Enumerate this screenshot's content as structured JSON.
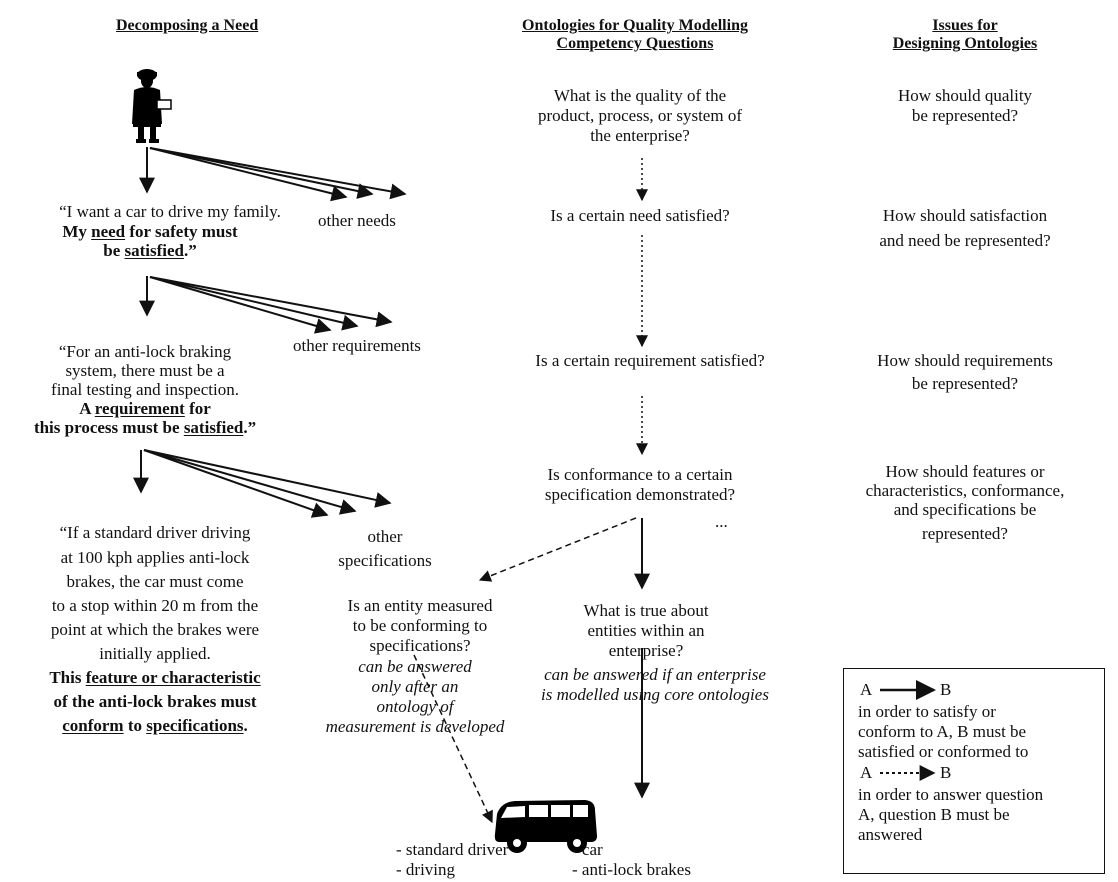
{
  "headers": {
    "left": "Decomposing a Need",
    "middle_1": "Ontologies for Quality Modelling",
    "middle_2": "Competency Questions",
    "right_1": "Issues for",
    "right_2": "Designing Ontologies"
  },
  "need": {
    "l1": "“I want a car to drive my family.",
    "l2_pre": "My ",
    "l2_need": "need",
    "l2_post": " for safety must",
    "l3_pre": "be ",
    "l3_sat": "satisfied",
    "l3_post": ".”",
    "other": "other needs"
  },
  "requirement": {
    "l1": "“For an anti-lock braking",
    "l2": "system, there must be a",
    "l3": "final testing and inspection.",
    "l4_pre": "A ",
    "l4_req": "requirement",
    "l4_post": " for",
    "l5_pre": "this process must be ",
    "l5_sat": "satisfied",
    "l5_post": ".”",
    "other": "other requirements"
  },
  "specification": {
    "l1": "“If a standard driver driving",
    "l2": "at 100 kph applies anti-lock",
    "l3": "brakes, the car must come",
    "l4": "to a stop within 20 m from the",
    "l5": "point at which the brakes were",
    "l6": "initially applied.",
    "l7_pre": "This ",
    "l7_feat": "feature or characteristic",
    "l8": "of the anti-lock brakes must",
    "l9_conform": "conform",
    "l9_mid": " to ",
    "l9_spec": "specifications",
    "l9_post": ".",
    "other_1": "other",
    "other_2": "specifications"
  },
  "questions": {
    "q1_1": "What is the quality of the",
    "q1_2": "product, process, or system of",
    "q1_3": "the enterprise?",
    "q2": "Is a certain need satisfied?",
    "q3": "Is a certain requirement satisfied?",
    "q4_1": "Is conformance to a certain",
    "q4_2": "specification demonstrated?",
    "q5_1": "Is an entity measured",
    "q5_2": "to be conforming to",
    "q5_3": "specifications?",
    "q5_note_1": "can be answered",
    "q5_note_2": "only after an",
    "q5_note_3": "ontology of",
    "q5_note_4": "measurement is developed",
    "q6_1": "What is true about",
    "q6_2": "entities within an",
    "q6_3": "enterprise?",
    "q6_note_1": "can be answered if an enterprise",
    "q6_note_2": "is modelled using core ontologies",
    "ellipsis": "..."
  },
  "issues": {
    "i1_1": "How should quality",
    "i1_2": "be represented?",
    "i2_1": "How should satisfaction",
    "i2_2": "and need be represented?",
    "i3_1": "How should requirements",
    "i3_2": "be represented?",
    "i4_1": "How should features or",
    "i4_2": "characteristics, conformance,",
    "i4_3": "and specifications be",
    "i4_4": "represented?"
  },
  "entities": {
    "e1": "- standard driver",
    "e2": "- driving",
    "e3": "- car",
    "e4": "- anti-lock brakes"
  },
  "legend": {
    "a1": "A",
    "b1": "B",
    "t1_1": "in order to satisfy or",
    "t1_2": "conform to A, B must be",
    "t1_3": "satisfied or conformed to",
    "a2": "A",
    "b2": "B",
    "t2_1": "in order to answer question",
    "t2_2": "A, question B must be",
    "t2_3": "answered"
  }
}
